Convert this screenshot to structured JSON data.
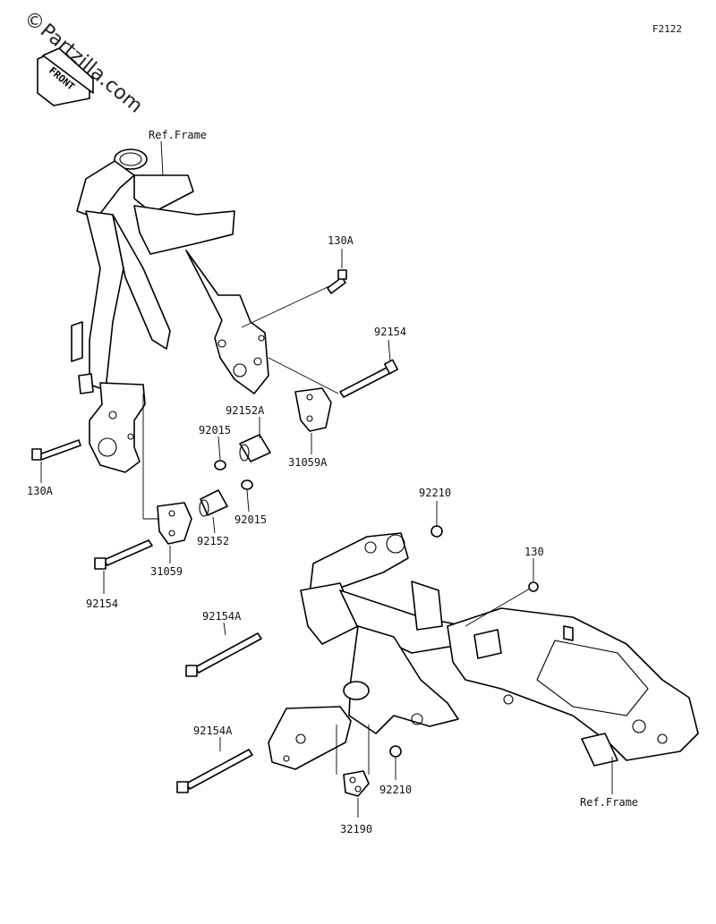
{
  "watermark": {
    "copyright": "©",
    "text": "Partzilla.com"
  },
  "diagram_code": "F2122",
  "front_badge": "FRONT",
  "labels": [
    {
      "id": "ref-frame-top",
      "text": "Ref.Frame"
    },
    {
      "id": "p-130a-top",
      "text": "130A"
    },
    {
      "id": "p-92154-right",
      "text": "92154"
    },
    {
      "id": "p-92152a",
      "text": "92152A"
    },
    {
      "id": "p-92015-upper",
      "text": "92015"
    },
    {
      "id": "p-31059a",
      "text": "31059A"
    },
    {
      "id": "p-130a-left",
      "text": "130A"
    },
    {
      "id": "p-92015-lower",
      "text": "92015"
    },
    {
      "id": "p-92152",
      "text": "92152"
    },
    {
      "id": "p-31059",
      "text": "31059"
    },
    {
      "id": "p-92154-left",
      "text": "92154"
    },
    {
      "id": "p-92210-top",
      "text": "92210"
    },
    {
      "id": "p-130",
      "text": "130"
    },
    {
      "id": "p-92154a-upper",
      "text": "92154A"
    },
    {
      "id": "p-92154a-lower",
      "text": "92154A"
    },
    {
      "id": "p-92210-bottom",
      "text": "92210"
    },
    {
      "id": "p-32190",
      "text": "32190"
    },
    {
      "id": "ref-frame-bottom",
      "text": "Ref.Frame"
    }
  ]
}
